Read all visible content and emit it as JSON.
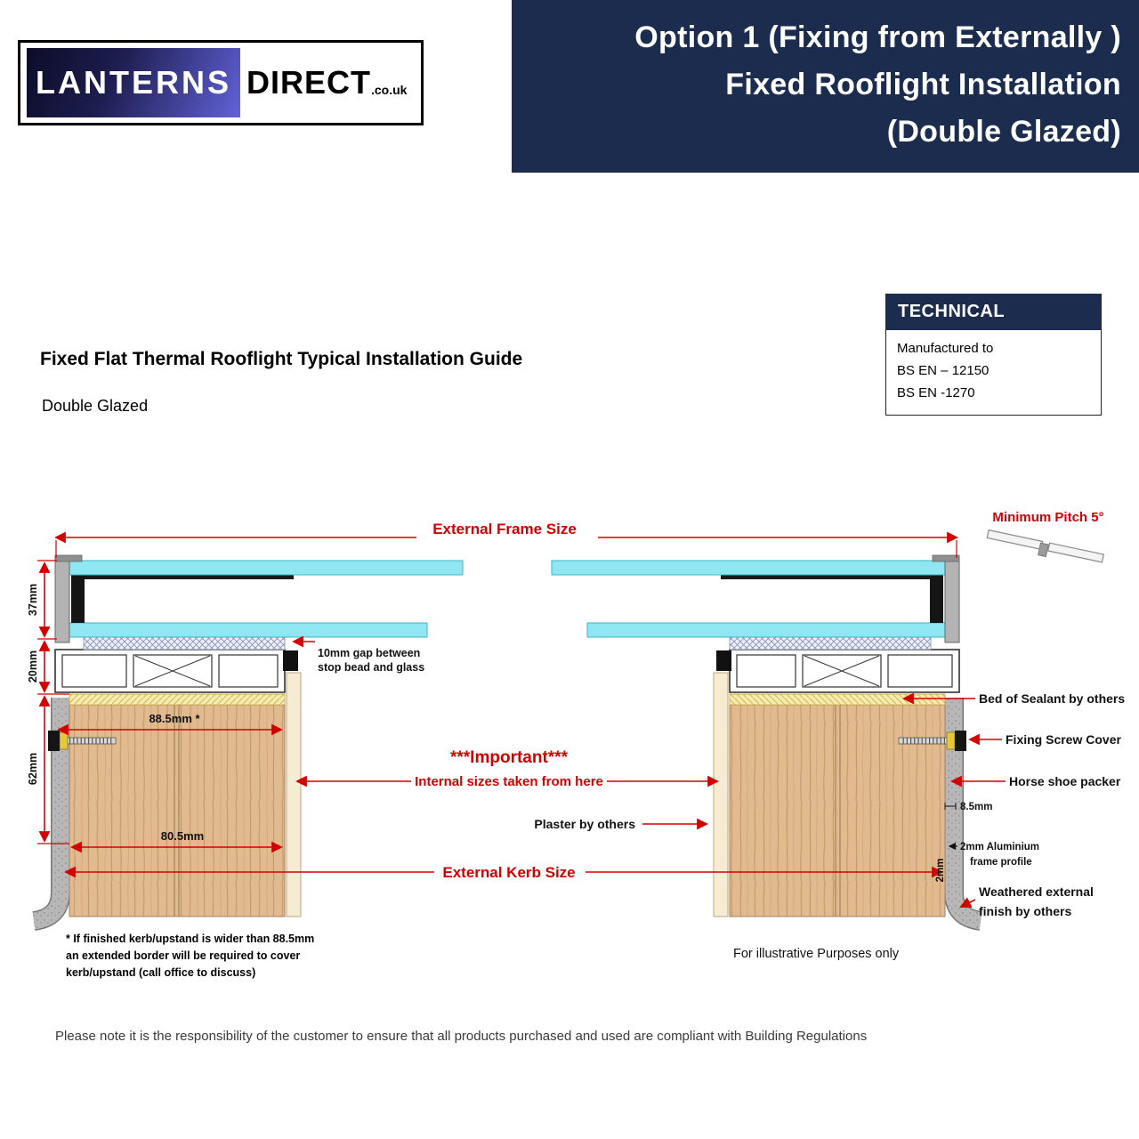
{
  "logo": {
    "name1": "LANTERNS",
    "name2": "DIRECT",
    "tld": ".co.uk"
  },
  "banner": {
    "line1": "Option 1 (Fixing from Externally )",
    "line2": "Fixed Rooflight Installation",
    "line3": "(Double Glazed)"
  },
  "intro": {
    "title": "Fixed Flat Thermal Rooflight Typical Installation Guide",
    "subtitle": "Double Glazed"
  },
  "technical": {
    "heading": "TECHNICAL",
    "lines": [
      "Manufactured to",
      "BS EN – 12150",
      "BS EN -1270"
    ]
  },
  "diagram": {
    "external_frame_size": "External Frame Size",
    "minimum_pitch": "Minimum Pitch 5°",
    "dims": {
      "d37": "37mm",
      "d20": "20mm",
      "d62": "62mm",
      "d885": "88.5mm  *",
      "d805": "80.5mm",
      "d85": "8.5mm",
      "d2": "2mm"
    },
    "gap_note": {
      "line1": "10mm gap between",
      "line2": "stop bead and glass"
    },
    "important": "***Important***",
    "internal_sizes": "Internal sizes taken from here",
    "plaster": "Plaster by others",
    "external_kerb_size": "External Kerb Size",
    "bed_of_sealant": "Bed of Sealant by others",
    "fixing_screw_cover": "Fixing Screw Cover",
    "horse_shoe_packer": "Horse shoe packer",
    "alu_profile": {
      "line1": "2mm Aluminium",
      "line2": "frame profile"
    },
    "weathered": {
      "line1": "Weathered external",
      "line2": "finish by others"
    }
  },
  "notes": {
    "kerb_note": {
      "line1": "* If finished kerb/upstand is wider than 88.5mm",
      "line2": "an extended border will be required to cover",
      "line3": "kerb/upstand (call office to discuss)"
    },
    "illustrative": "For illustrative Purposes only",
    "disclaimer": "Please note it is the responsibility of the customer to ensure that all products purchased and used are compliant with Building Regulations"
  },
  "colors": {
    "navy": "#1b2c4f",
    "red": "#d40000",
    "glass_cyan": "#8ee7f2",
    "wood_tan": "#e2ba90",
    "sealant_yellow": "#f8ecb6"
  }
}
